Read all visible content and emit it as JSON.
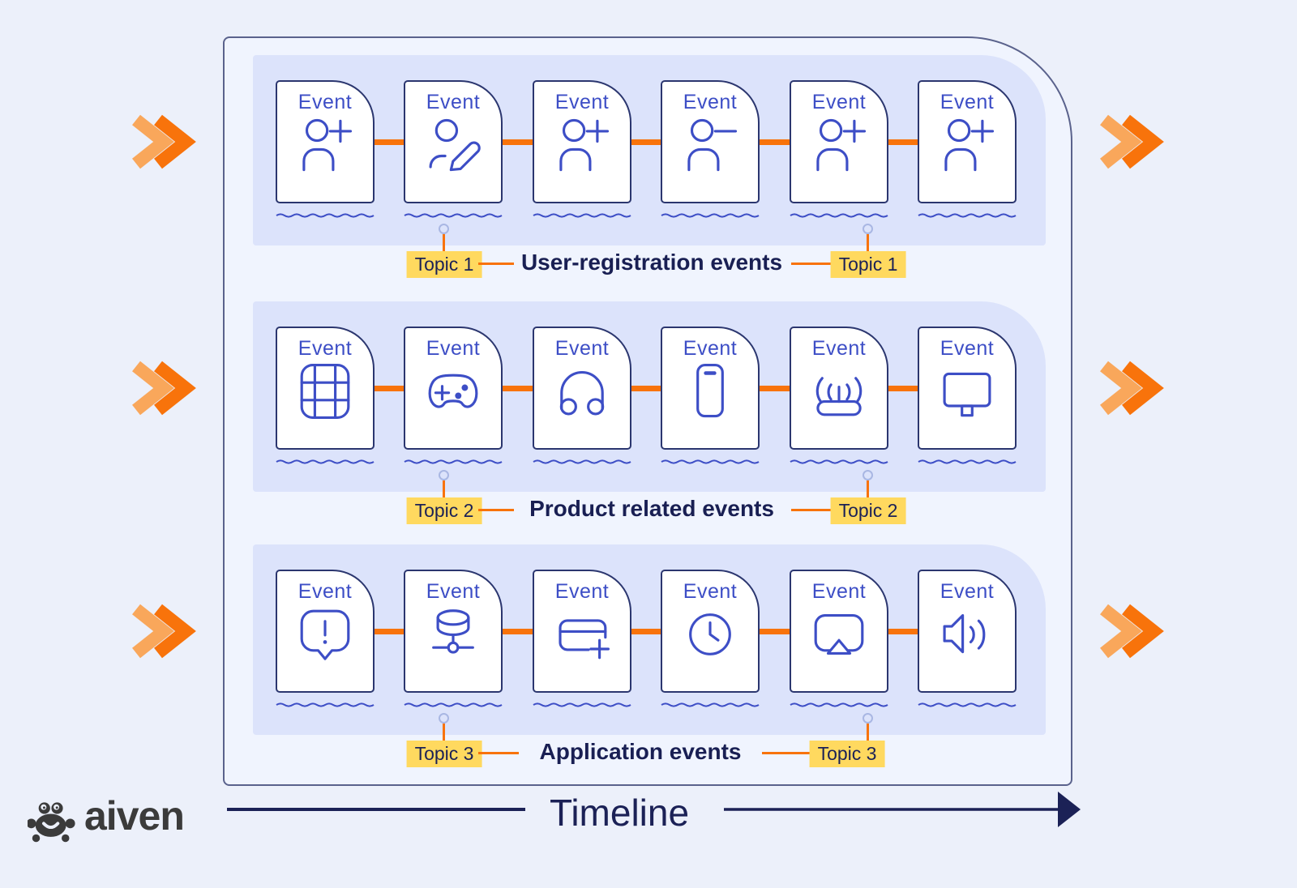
{
  "diagram": {
    "rows": [
      {
        "title": "User-registration events",
        "topic_label": "Topic 1",
        "cards": [
          {
            "label": "Event",
            "icon": "user-plus"
          },
          {
            "label": "Event",
            "icon": "user-edit"
          },
          {
            "label": "Event",
            "icon": "user-plus"
          },
          {
            "label": "Event",
            "icon": "user-minus"
          },
          {
            "label": "Event",
            "icon": "user-plus"
          },
          {
            "label": "Event",
            "icon": "user-plus"
          }
        ]
      },
      {
        "title": "Product related events",
        "topic_label": "Topic 2",
        "cards": [
          {
            "label": "Event",
            "icon": "film"
          },
          {
            "label": "Event",
            "icon": "gamepad"
          },
          {
            "label": "Event",
            "icon": "headphones"
          },
          {
            "label": "Event",
            "icon": "smartphone"
          },
          {
            "label": "Event",
            "icon": "wifi-router"
          },
          {
            "label": "Event",
            "icon": "monitor"
          }
        ]
      },
      {
        "title": "Application events",
        "topic_label": "Topic 3",
        "cards": [
          {
            "label": "Event",
            "icon": "alert-message"
          },
          {
            "label": "Event",
            "icon": "database-network"
          },
          {
            "label": "Event",
            "icon": "card-add"
          },
          {
            "label": "Event",
            "icon": "clock"
          },
          {
            "label": "Event",
            "icon": "cast"
          },
          {
            "label": "Event",
            "icon": "speaker"
          }
        ]
      }
    ]
  },
  "footer": {
    "brand": "aiven",
    "timeline_label": "Timeline"
  },
  "colors": {
    "page_bg": "#ECF0FA",
    "panel_bg": "#F0F4FE",
    "panel_border": "#5A628C",
    "band_bg": "#DCE3FB",
    "card_border": "#2B366F",
    "icon_blue": "#3D4EC6",
    "connector_orange": "#F8730B",
    "chevron_light": "#F9A75B",
    "chevron_dark": "#F8730B",
    "topic_bg": "#FFD95F",
    "title_navy": "#191F53",
    "timeline_navy": "#1B2156",
    "brand_gray": "#3B3B3B"
  }
}
